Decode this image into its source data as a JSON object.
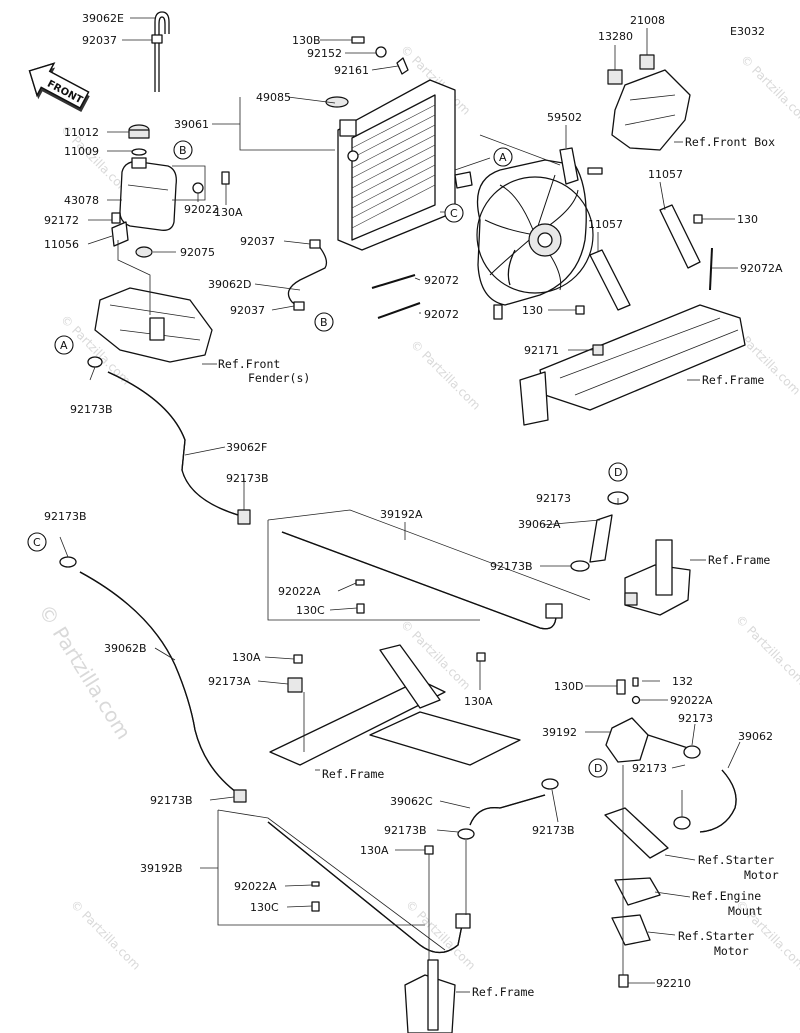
{
  "diagram_code": "E3032",
  "watermark": "© Partzilla.com",
  "front_badge": "FRONT",
  "callouts": {
    "a": "A",
    "b": "B",
    "c": "C",
    "d": "D"
  },
  "refs": {
    "front_box": "Ref.Front Box",
    "front_fender_1": "Ref.Front",
    "front_fender_2": "Fender(s)",
    "frame_1": "Ref.Frame",
    "frame_2": "Ref.Frame",
    "frame_3": "Ref.Frame",
    "frame_4": "Ref.Frame",
    "starter_1a": "Ref.Starter",
    "starter_1b": "Motor",
    "engine_mount_a": "Ref.Engine",
    "engine_mount_b": "Mount",
    "starter_2a": "Ref.Starter",
    "starter_2b": "Motor"
  },
  "parts": {
    "p39062E": "39062E",
    "p92037_top": "92037",
    "p11012": "11012",
    "p11009": "11009",
    "p43078": "43078",
    "p92172": "92172",
    "p11056": "11056",
    "p92022": "92022",
    "p130A_tank": "130A",
    "p92075": "92075",
    "p130B": "130B",
    "p92152": "92152",
    "p92161": "92161",
    "p49085": "49085",
    "p39061": "39061",
    "p92037_mid": "92037",
    "p39062D": "39062D",
    "p92037_low": "92037",
    "p92072_a": "92072",
    "p92072_b": "92072",
    "p13280": "13280",
    "p21008": "21008",
    "p59502": "59502",
    "p11057_a": "11057",
    "p11057_b": "11057",
    "p130_right": "130",
    "p92072A": "92072A",
    "p130_mid": "130",
    "p92171": "92171",
    "p92173B_a": "92173B",
    "p39062F": "39062F",
    "p92173B_b": "92173B",
    "p39192A": "39192A",
    "p92173_d": "92173",
    "p39062A": "39062A",
    "p92173B_c": "92173B",
    "p92022A_a": "92022A",
    "p130C_a": "130C",
    "p130A_mid": "130A",
    "p92173B_d": "92173B",
    "p39062B": "39062B",
    "p130A_b": "130A",
    "p92173A": "92173A",
    "p130D": "130D",
    "p132": "132",
    "p92022A_b": "92022A",
    "p92173_e": "92173",
    "p39192": "39192",
    "p39062": "39062",
    "p92173_f": "92173",
    "p92173B_e": "92173B",
    "p39062C": "39062C",
    "p92173B_f": "92173B",
    "p92173B_g": "92173B",
    "p130A_c": "130A",
    "p39192B": "39192B",
    "p92022A_c": "92022A",
    "p130C_b": "130C",
    "p92210": "92210"
  }
}
